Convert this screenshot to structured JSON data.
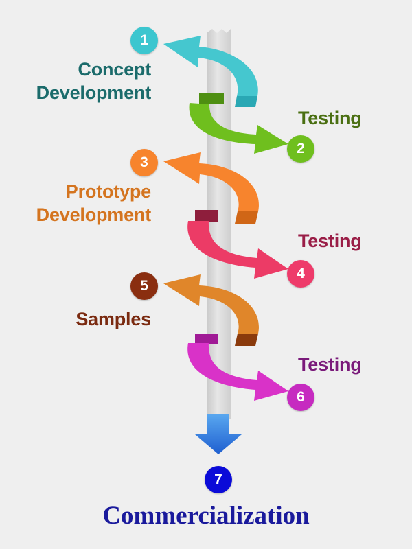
{
  "steps": [
    {
      "number": "1",
      "label_lines": [
        "Concept",
        "Development"
      ],
      "color": "#3cc6cf",
      "text_color": "#1b6b6b"
    },
    {
      "number": "2",
      "label_lines": [
        "Testing"
      ],
      "color": "#6fbf1e",
      "text_color": "#4a6f12"
    },
    {
      "number": "3",
      "label_lines": [
        "Prototype",
        "Development"
      ],
      "color": "#f7842d",
      "text_color": "#d4741f"
    },
    {
      "number": "4",
      "label_lines": [
        "Testing"
      ],
      "color": "#ee3b6a",
      "text_color": "#9a1e47"
    },
    {
      "number": "5",
      "label_lines": [
        "Samples"
      ],
      "color": "#8a2e10",
      "text_color": "#7a2a10"
    },
    {
      "number": "6",
      "label_lines": [
        "Testing"
      ],
      "color": "#c62bc0",
      "text_color": "#7a1a7a"
    },
    {
      "number": "7",
      "label_lines": [
        "Commercialization"
      ],
      "color": "#0b0bd8",
      "text_color": "#1a1a9c"
    }
  ],
  "colors": {
    "background": "#efefef",
    "pole": "#dcdcdc",
    "down_arrow": "#2f7fe0",
    "arrow_teal": "#45c7cf",
    "arrow_green": "#6fbf1e",
    "arrow_orange": "#f7842d",
    "arrow_red": "#ec3b66",
    "arrow_amber": "#e0862a",
    "arrow_magenta": "#d932c8"
  }
}
